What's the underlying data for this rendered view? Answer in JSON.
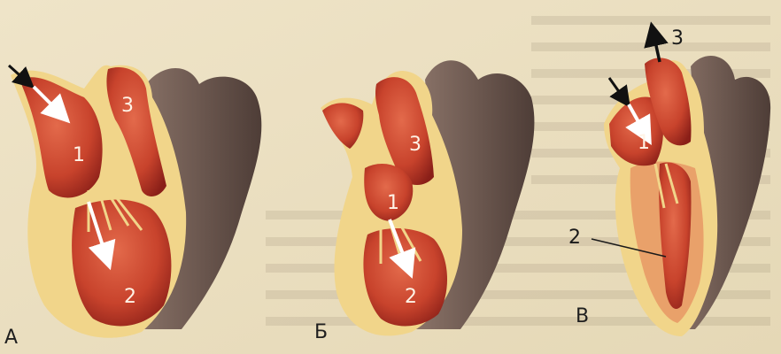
{
  "panels": [
    {
      "letter": "А",
      "labels": {
        "a": "1",
        "b": "2",
        "c": "3"
      }
    },
    {
      "letter": "Б",
      "labels": {
        "a": "1",
        "b": "2",
        "c": "3"
      }
    },
    {
      "letter": "В",
      "labels": {
        "a": "1",
        "b": "2",
        "c": "3"
      }
    }
  ],
  "colors": {
    "background": "#ece1c4",
    "muscle": "#c8432c",
    "muscle_light": "#e0674a",
    "muscle_dark": "#8a1f18",
    "valve": "#f1d58a",
    "exterior": "#6e5a52",
    "arrow_in_blood": "#ffffff",
    "arrow_external": "#111111"
  }
}
